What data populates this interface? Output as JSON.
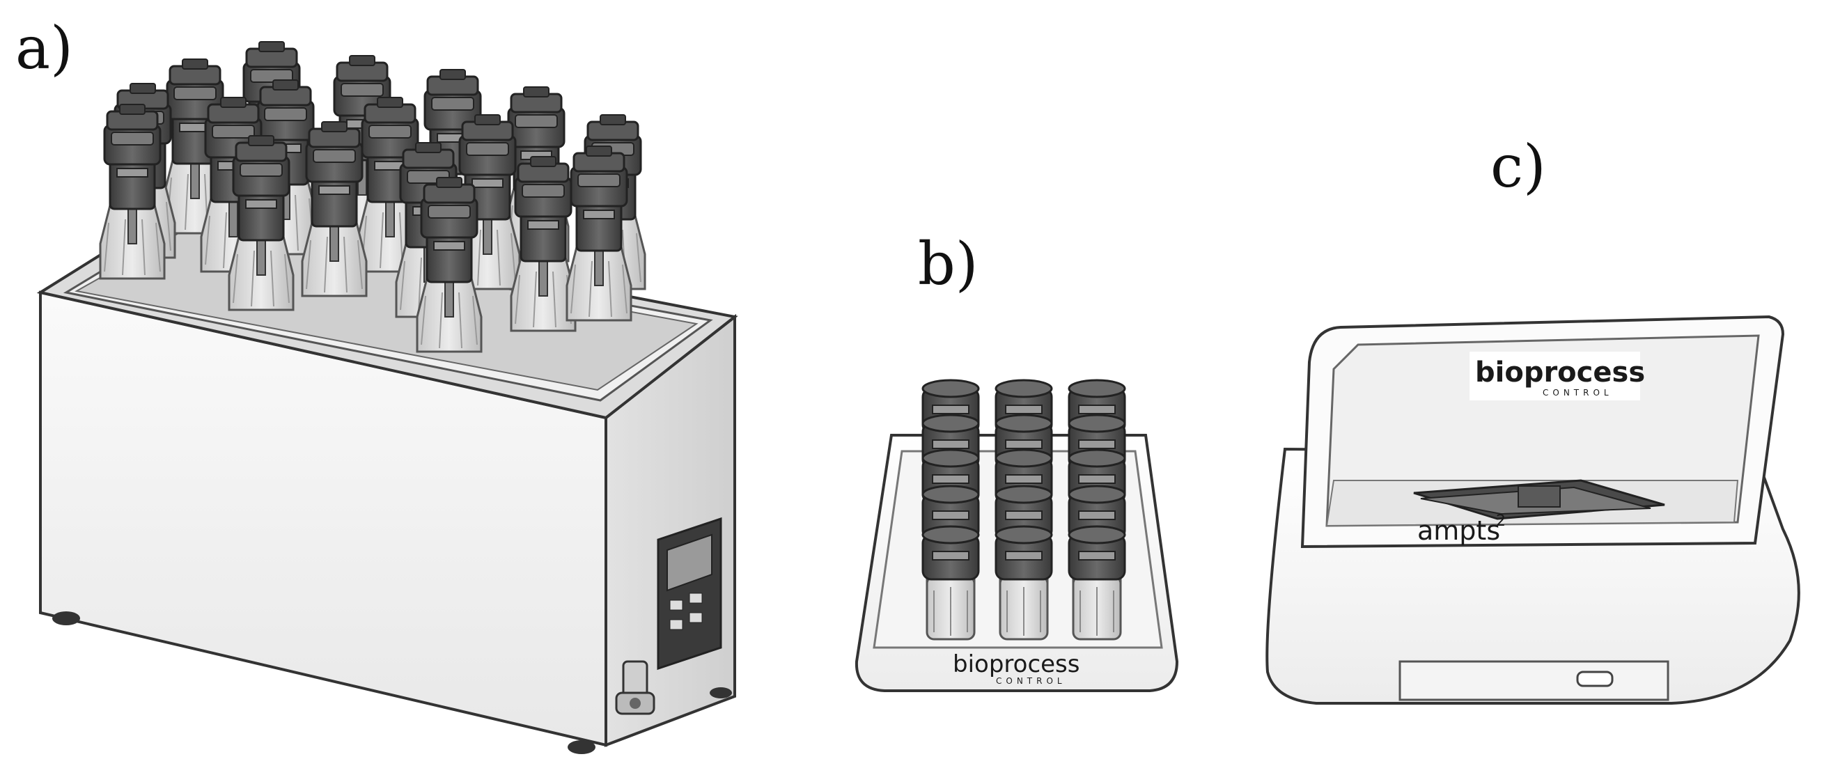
{
  "panels": [
    {
      "label": "a)",
      "subject": "water-bath-with-bottles"
    },
    {
      "label": "b)",
      "subject": "co2-absorption-tray"
    },
    {
      "label": "c)",
      "subject": "gas-flow-cell-unit"
    }
  ],
  "brand": {
    "name": "bioprocess",
    "subname": "CONTROL",
    "product": "ampts",
    "product_sup": "2"
  },
  "colors": {
    "ink": "#1a1a1a",
    "metal_light": "#f2f2f2",
    "metal_mid": "#bdbdbd",
    "dark_part": "#4a4a4a",
    "glass": "#d9d9d9"
  },
  "icons": {
    "bottle": "reactor-bottle-icon",
    "vial": "co2-vial-icon",
    "cell": "flow-cell-icon"
  }
}
